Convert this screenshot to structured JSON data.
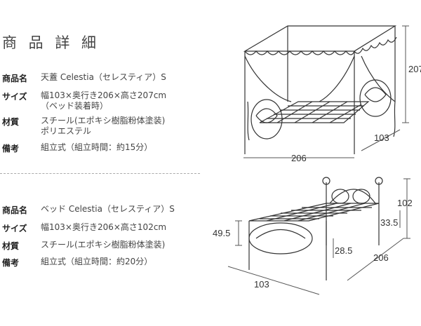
{
  "title": "商 品 詳 細",
  "canopy": {
    "name_label": "商品名",
    "name_value": "天蓋 Celestia（セレスティア）S",
    "size_label": "サイズ",
    "size_value_1": "幅103×奥行き206×高さ207cm",
    "size_value_2": "（ベッド装着時）",
    "material_label": "材質",
    "material_value_1": "スチール(エポキシ樹脂粉体塗装)",
    "material_value_2": "ポリエステル",
    "note_label": "備考",
    "note_value": "組立式（組立時間：約15分）",
    "dims": {
      "height": "207",
      "depth": "103",
      "width": "206"
    }
  },
  "bed": {
    "name_label": "商品名",
    "name_value": "ベッド Celestia（セレスティア）S",
    "size_label": "サイズ",
    "size_value": "幅103×奥行き206×高さ102cm",
    "material_label": "材質",
    "material_value": "スチール(エポキシ樹脂粉体塗装)",
    "note_label": "備考",
    "note_value": "組立式（組立時間：約20分）",
    "dims": {
      "headboard_height": "102",
      "footboard_height": "49.5",
      "headboard_top": "33.5",
      "under_clearance": "28.5",
      "depth": "206",
      "width": "103"
    }
  }
}
